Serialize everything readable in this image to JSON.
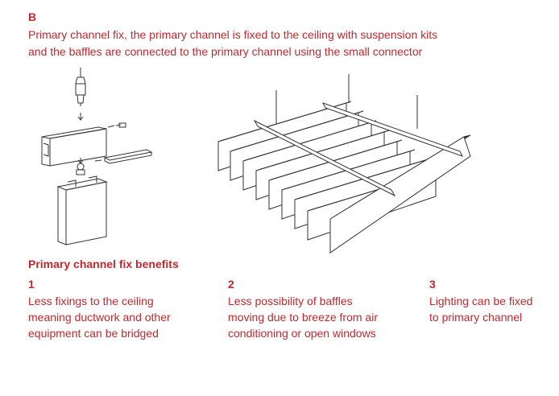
{
  "section": {
    "letter": "B",
    "intro_line1": "Primary channel fix, the primary channel is fixed to the ceiling with suspension kits",
    "intro_line2": "and the baffles are connected to the primary channel using the small connector"
  },
  "benefits": {
    "title": "Primary channel fix benefits",
    "items": [
      {
        "number": "1",
        "line1": "Less fixings to the ceiling",
        "line2": "meaning ductwork and other",
        "line3": "equipment can be bridged"
      },
      {
        "number": "2",
        "line1": "Less possibility of baffles",
        "line2": "moving due to breeze from air",
        "line3": "conditioning or open windows"
      },
      {
        "number": "3",
        "line1": "Lighting can be fixed",
        "line2": "to primary channel"
      }
    ]
  },
  "colors": {
    "accent": "#c0282d",
    "line_art": "#333333",
    "baffle_front": "#ffffff",
    "baffle_edge": "#1f1f1f"
  }
}
